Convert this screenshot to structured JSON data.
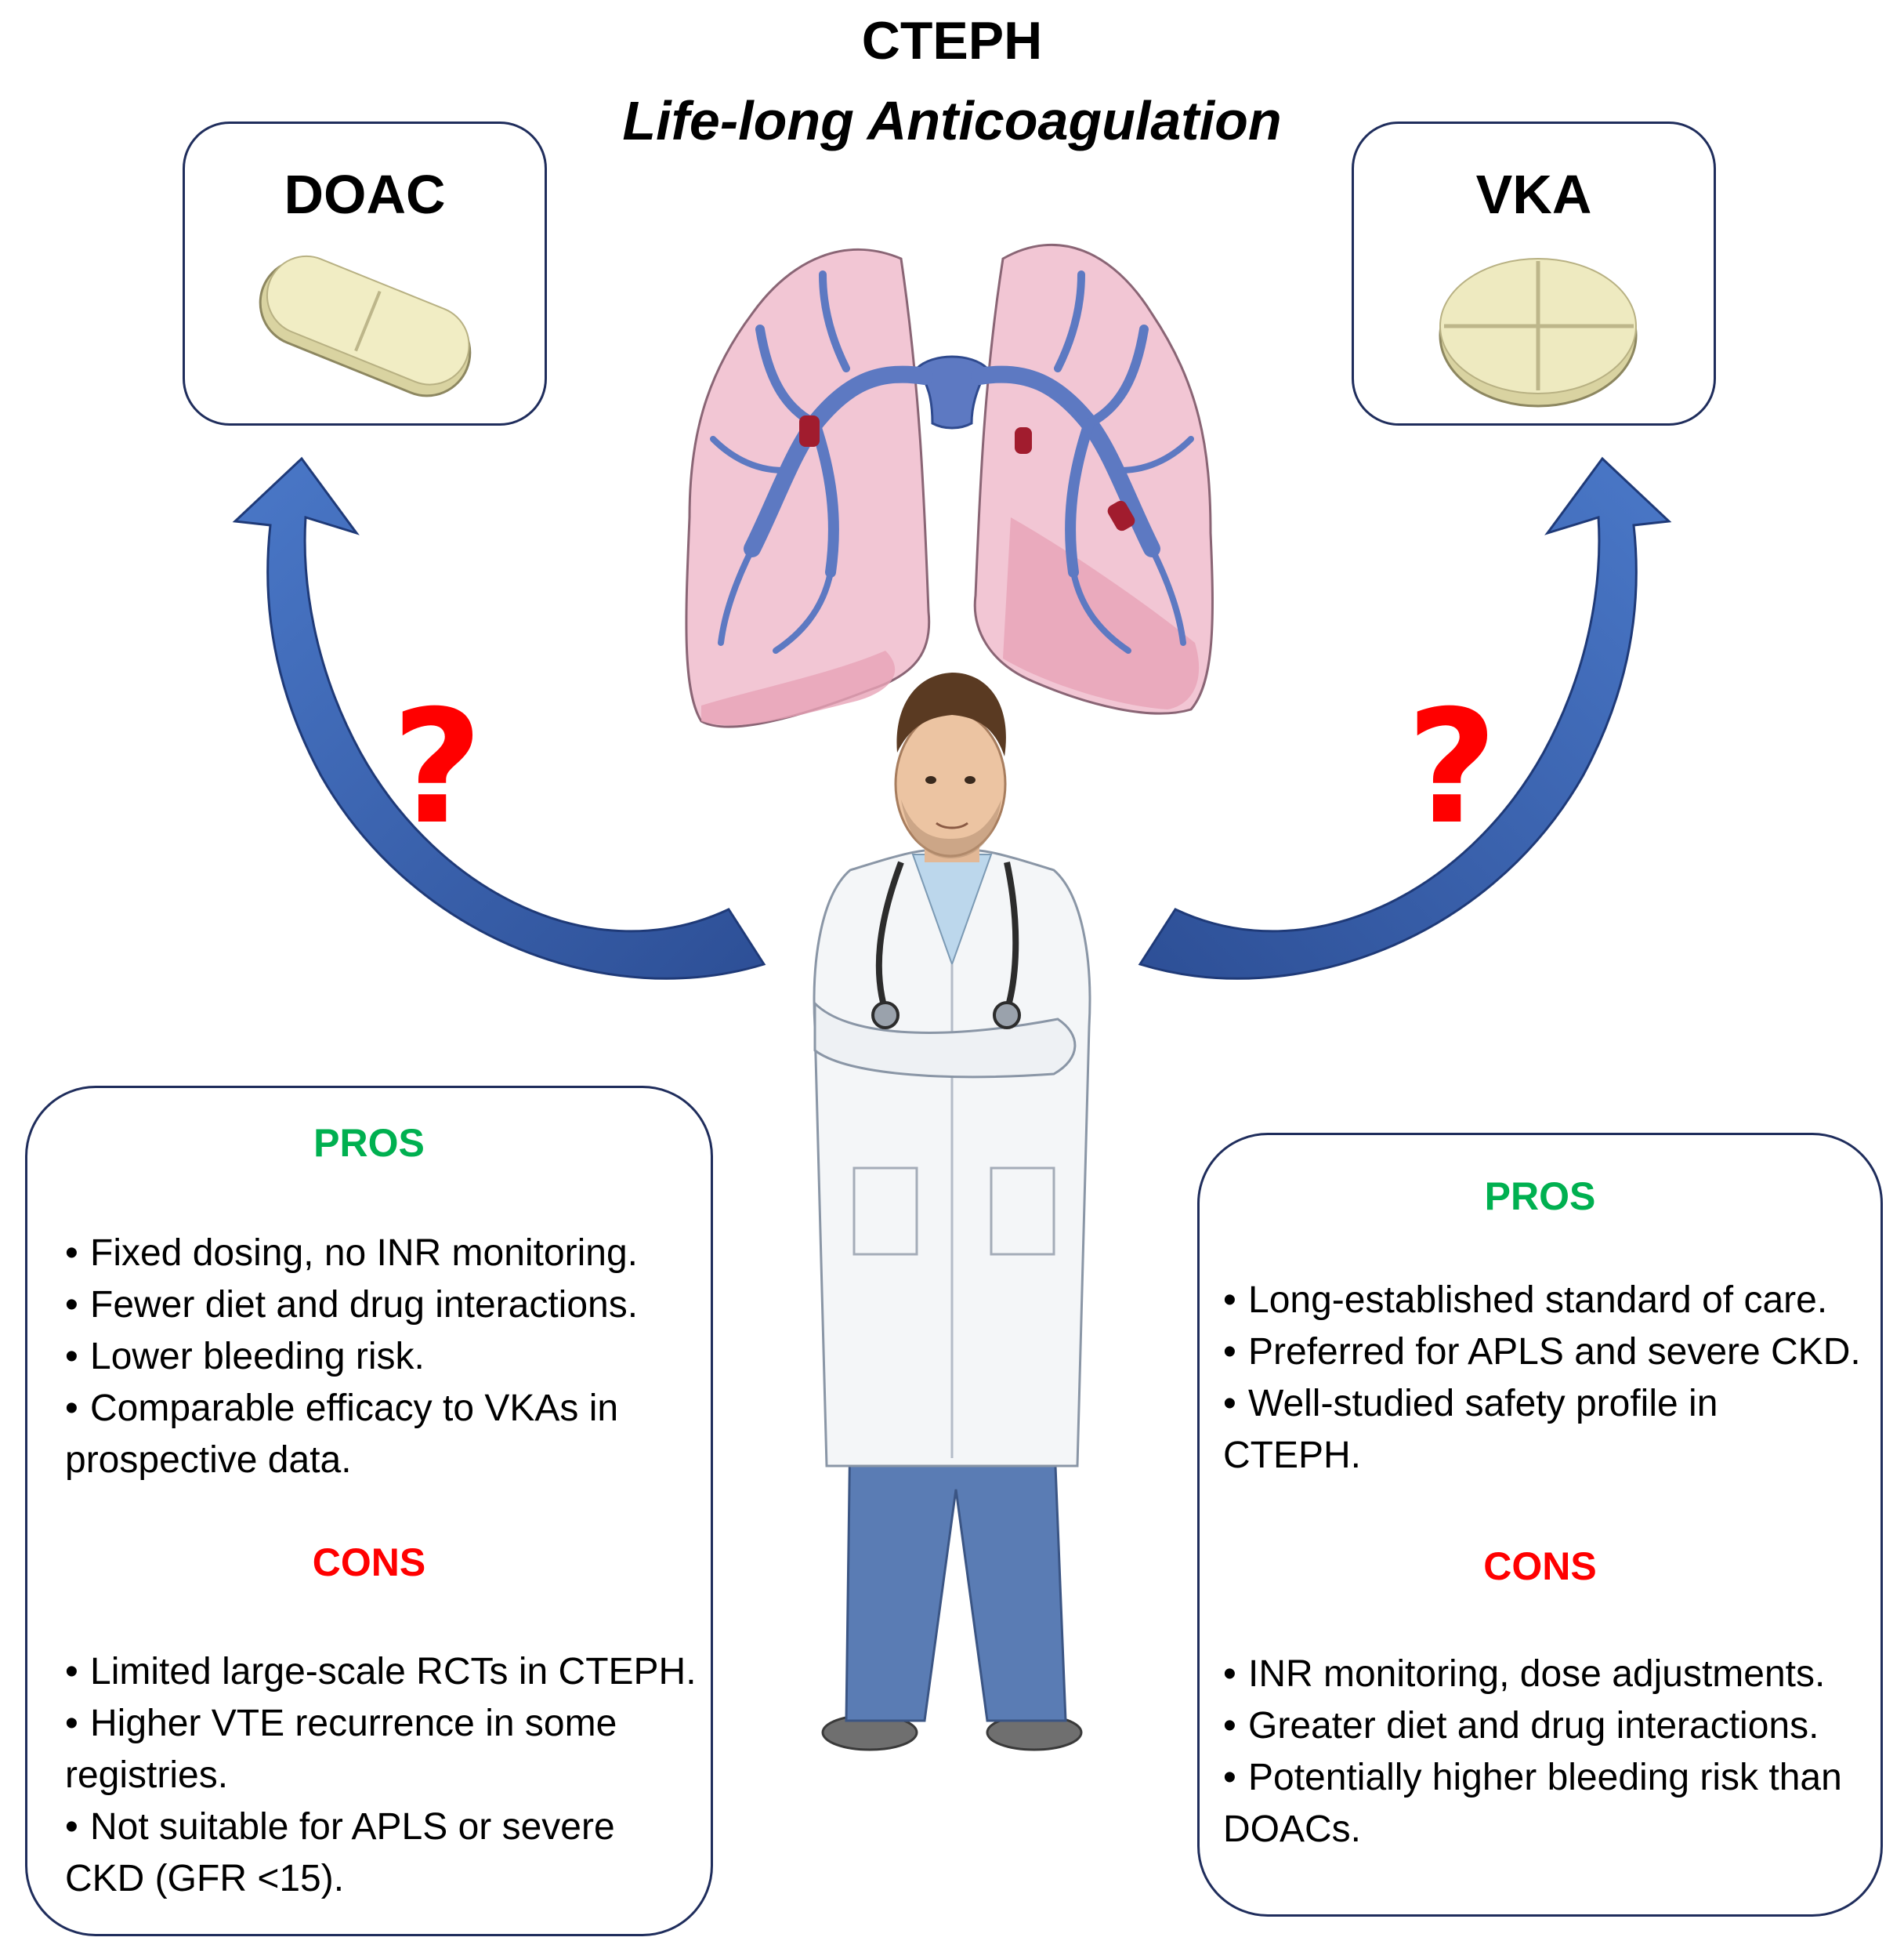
{
  "header": {
    "title": "CTEPH",
    "subtitle": "Life-long Anticoagulation"
  },
  "doac": {
    "name": "DOAC",
    "icon": "oblong-pill-icon",
    "question": "?",
    "pros_title": "PROS",
    "pros": [
      "Fixed dosing, no INR monitoring.",
      "Fewer diet and drug interactions.",
      "Lower bleeding risk.",
      "Comparable efficacy to VKAs in",
      "prospective data."
    ],
    "cons_title": "CONS",
    "cons": [
      "Limited large-scale RCTs in CTEPH.",
      "Higher VTE recurrence in some",
      "registries.",
      "Not suitable for APLS or severe",
      "CKD (GFR <15)."
    ]
  },
  "vka": {
    "name": "VKA",
    "icon": "round-scored-tablet-icon",
    "question": "?",
    "pros_title": "PROS",
    "pros": [
      "Long-established standard of care.",
      "Preferred for APLS and severe CKD.",
      "Well-studied safety profile in",
      "CTEPH."
    ],
    "cons_title": "CONS",
    "cons": [
      "INR monitoring, dose adjustments.",
      "Greater diet and drug interactions.",
      "Potentially higher bleeding risk than",
      "DOACs."
    ]
  },
  "colors": {
    "pros": "#00b050",
    "cons": "#ff0000",
    "question": "#ff0000",
    "arrow": "#3a64b4",
    "box_border": "#1f2d5c"
  }
}
